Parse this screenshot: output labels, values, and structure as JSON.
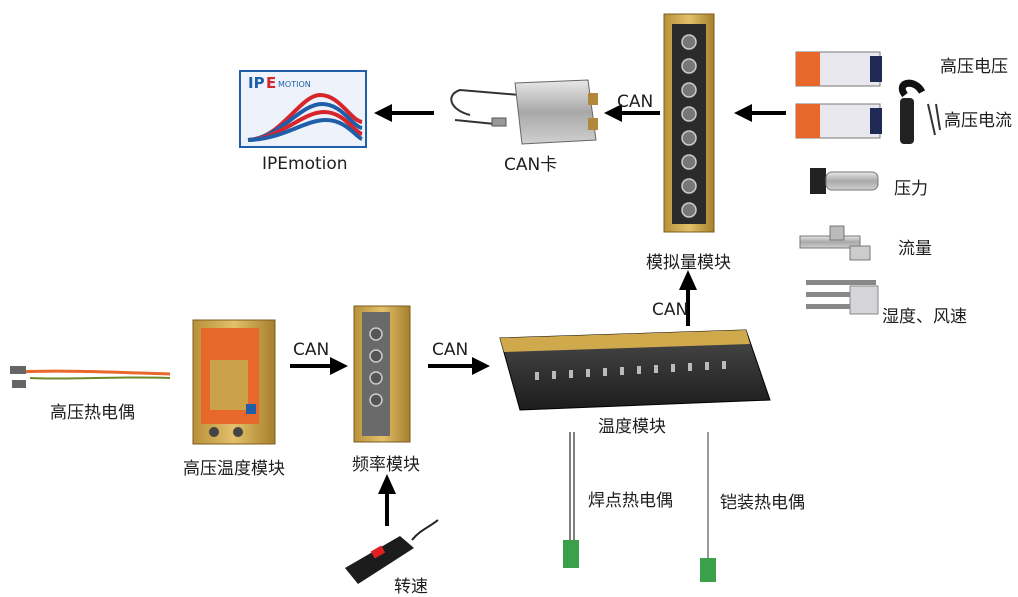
{
  "logo": {
    "brand_ip": "IP",
    "brand_e": "E",
    "brand_motion": "MOTION"
  },
  "labels": {
    "ipemotion": "IPEmotion",
    "can_card": "CAN卡",
    "analog_module": "模拟量模块",
    "hv_voltage": "高压电压",
    "hv_current": "高压电流",
    "pressure": "压力",
    "flow": "流量",
    "humidity_wind": "湿度、风速",
    "hv_thermocouple": "高压热电偶",
    "hv_temp_module": "高压温度模块",
    "freq_module": "频率模块",
    "temp_module": "温度模块",
    "spot_thermocouple": "焊点热电偶",
    "armored_thermocouple": "铠装热电偶",
    "rpm": "转速"
  },
  "connections": {
    "can_1": "CAN",
    "can_2": "CAN",
    "can_3": "CAN",
    "can_4": "CAN"
  },
  "colors": {
    "accent_red": "#d6262b",
    "accent_blue": "#1f5ea8",
    "module_gold": "#c9a24a",
    "module_body": "#2a2a2a",
    "orange": "#e8672a"
  }
}
